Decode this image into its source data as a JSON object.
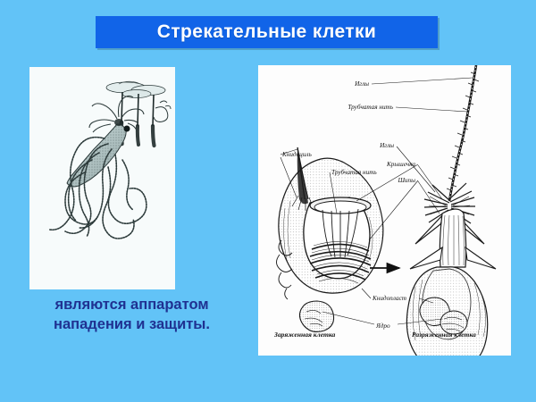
{
  "slide": {
    "background_color": "#62c3f7"
  },
  "title": {
    "text": "Стрекательные клетки",
    "background_color": "#1164e8",
    "text_color": "#ffffff"
  },
  "caption": {
    "line1": "являются аппаратом",
    "line2": "нападения и защиты.",
    "text_color": "#1f3191"
  },
  "left_image": {
    "name": "hydra-illustration",
    "description": "Гидра, свисающая от поверхности воды"
  },
  "right_image": {
    "name": "nematocyst-diagram",
    "labels": {
      "needles_top": "Иглы",
      "tubular_thread_top": "Трубчатая нить",
      "needles_mid": "Иглы",
      "cnidocil": "Книдоциль",
      "tubular_thread_left": "Трубчатая нить",
      "operculum": "Крышечка",
      "spines": "Шипы",
      "cnidoplast": "Книдопласт",
      "nucleus": "Ядро"
    },
    "captions": {
      "charged_cell": "Заряженная клетка",
      "discharged_cell": "Разряженная клетка"
    }
  }
}
